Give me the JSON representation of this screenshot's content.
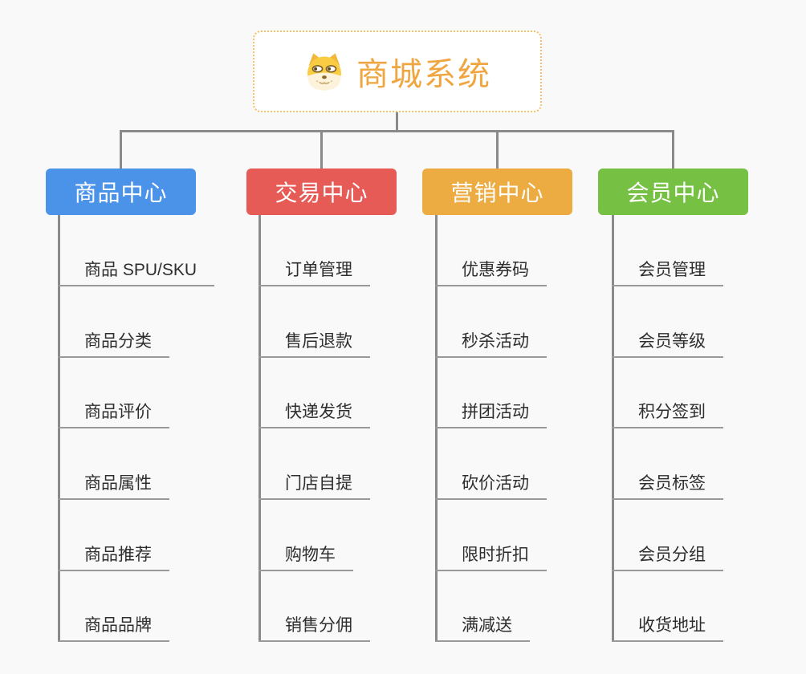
{
  "root": {
    "title": "商城系统",
    "icon": "doge-icon",
    "accent_color": "#f0a640",
    "border_color": "#f5c068"
  },
  "connector_color": "#8a8a8a",
  "leaf_underline_color": "#999999",
  "background_color": "#f9f9f9",
  "branches": [
    {
      "label": "商品中心",
      "color": "#4b93e8",
      "items": [
        "商品 SPU/SKU",
        "商品分类",
        "商品评价",
        "商品属性",
        "商品推荐",
        "商品品牌"
      ]
    },
    {
      "label": "交易中心",
      "color": "#e65b56",
      "items": [
        "订单管理",
        "售后退款",
        "快递发货",
        "门店自提",
        "购物车",
        "销售分佣"
      ]
    },
    {
      "label": "营销中心",
      "color": "#edac42",
      "items": [
        "优惠券码",
        "秒杀活动",
        "拼团活动",
        "砍价活动",
        "限时折扣",
        "满减送"
      ]
    },
    {
      "label": "会员中心",
      "color": "#76c044",
      "items": [
        "会员管理",
        "会员等级",
        "积分签到",
        "会员标签",
        "会员分组",
        "收货地址"
      ]
    }
  ]
}
